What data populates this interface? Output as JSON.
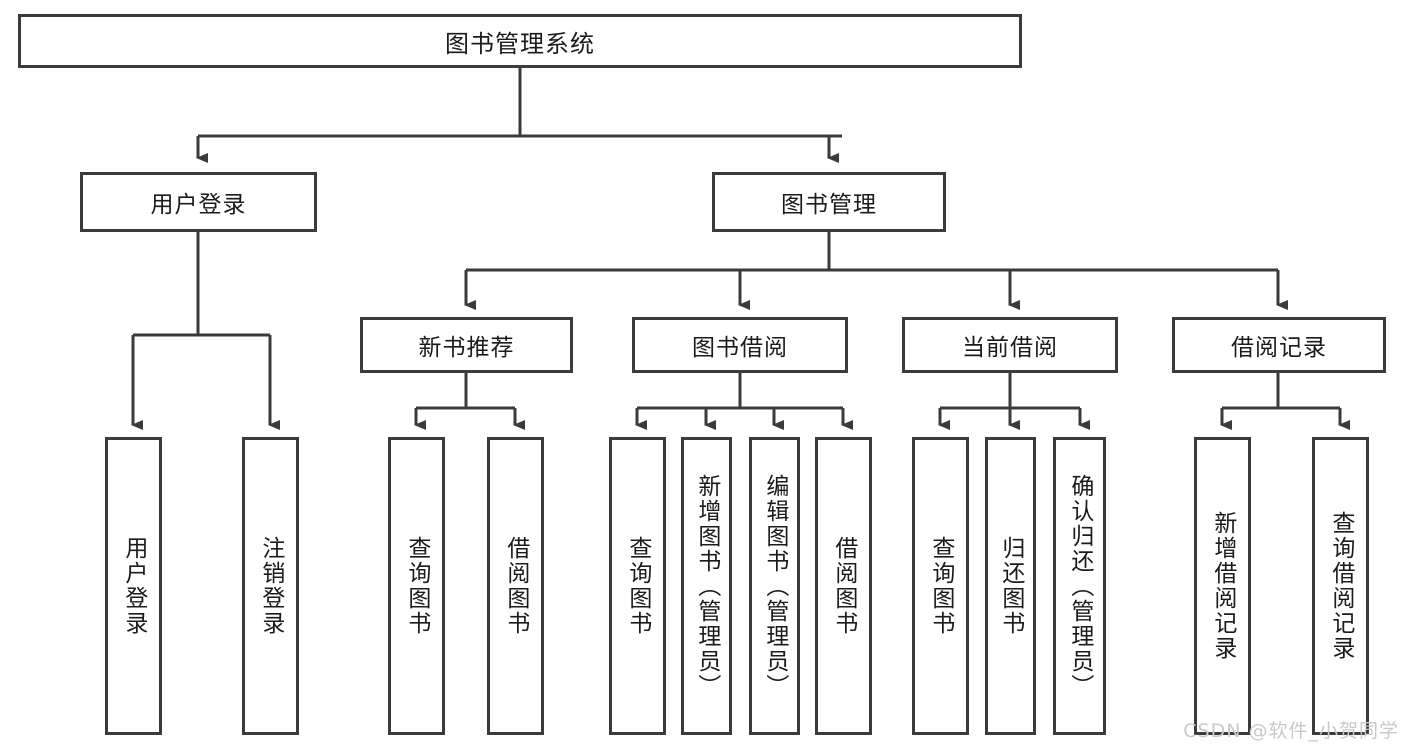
{
  "diagram": {
    "title": "图书管理系统",
    "stroke_color": "#3b3b3b",
    "background": "#ffffff",
    "text_color": "#1b1b1b"
  },
  "root": {
    "label": "图书管理系统"
  },
  "level1": [
    {
      "label": "用户登录"
    },
    {
      "label": "图书管理"
    }
  ],
  "level2": [
    {
      "label": "新书推荐"
    },
    {
      "label": "图书借阅"
    },
    {
      "label": "当前借阅"
    },
    {
      "label": "借阅记录"
    }
  ],
  "leaves": {
    "user_login": [
      {
        "label": "用户登录"
      },
      {
        "label": "注销登录"
      }
    ],
    "new_book": [
      {
        "label": "查询图书"
      },
      {
        "label": "借阅图书"
      }
    ],
    "book_borrow": [
      {
        "label": "查询图书"
      },
      {
        "label": "新增图书（管理员）"
      },
      {
        "label": "编辑图书（管理员）"
      },
      {
        "label": "借阅图书"
      }
    ],
    "current_borrow": [
      {
        "label": "查询图书"
      },
      {
        "label": "归还图书"
      },
      {
        "label": "确认归还（管理员）"
      }
    ],
    "borrow_record": [
      {
        "label": "新增借阅记录"
      },
      {
        "label": "查询借阅记录"
      }
    ]
  },
  "watermark": {
    "text": "CSDN @软件_小贺同学",
    "color": "#c9c9c9"
  }
}
